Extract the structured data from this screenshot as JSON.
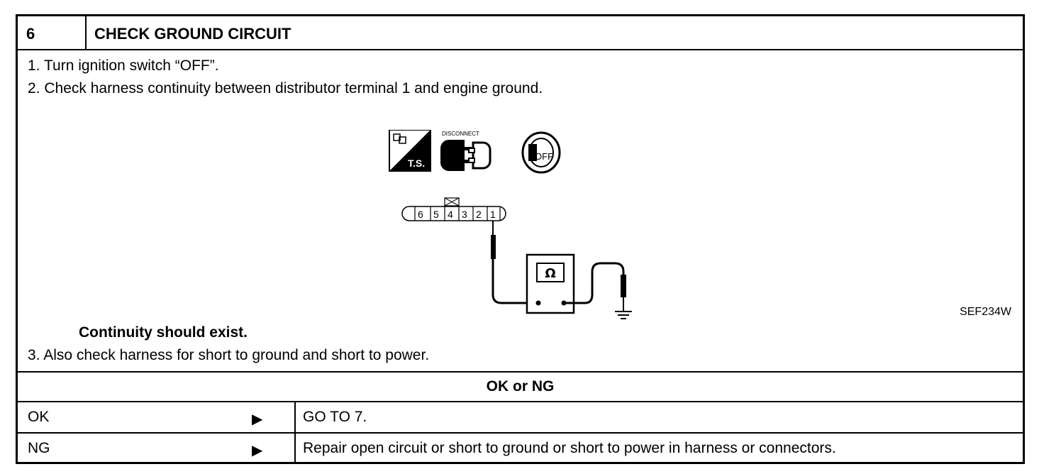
{
  "header": {
    "step_number": "6",
    "title": "CHECK GROUND CIRCUIT"
  },
  "steps": {
    "s1": "1. Turn ignition switch “OFF”.",
    "s2": "2. Check harness continuity between distributor terminal 1 and engine ground.",
    "note": "Continuity should exist.",
    "s3": "3. Also check harness for short to ground and short to power."
  },
  "diagram": {
    "ts_label": "T.S.",
    "disconnect_label": "DISCONNECT",
    "off_label": "OFF",
    "connector_terminals": [
      "6",
      "5",
      "4",
      "3",
      "2",
      "1"
    ],
    "meter_symbol": "Ω",
    "figure_id": "SEF234W"
  },
  "result": {
    "title": "OK or NG",
    "rows": [
      {
        "result": "OK",
        "arrow": "▶",
        "action": "GO TO 7."
      },
      {
        "result": "NG",
        "arrow": "▶",
        "action": "Repair open circuit or short to ground or short to power in harness or connectors."
      }
    ]
  }
}
